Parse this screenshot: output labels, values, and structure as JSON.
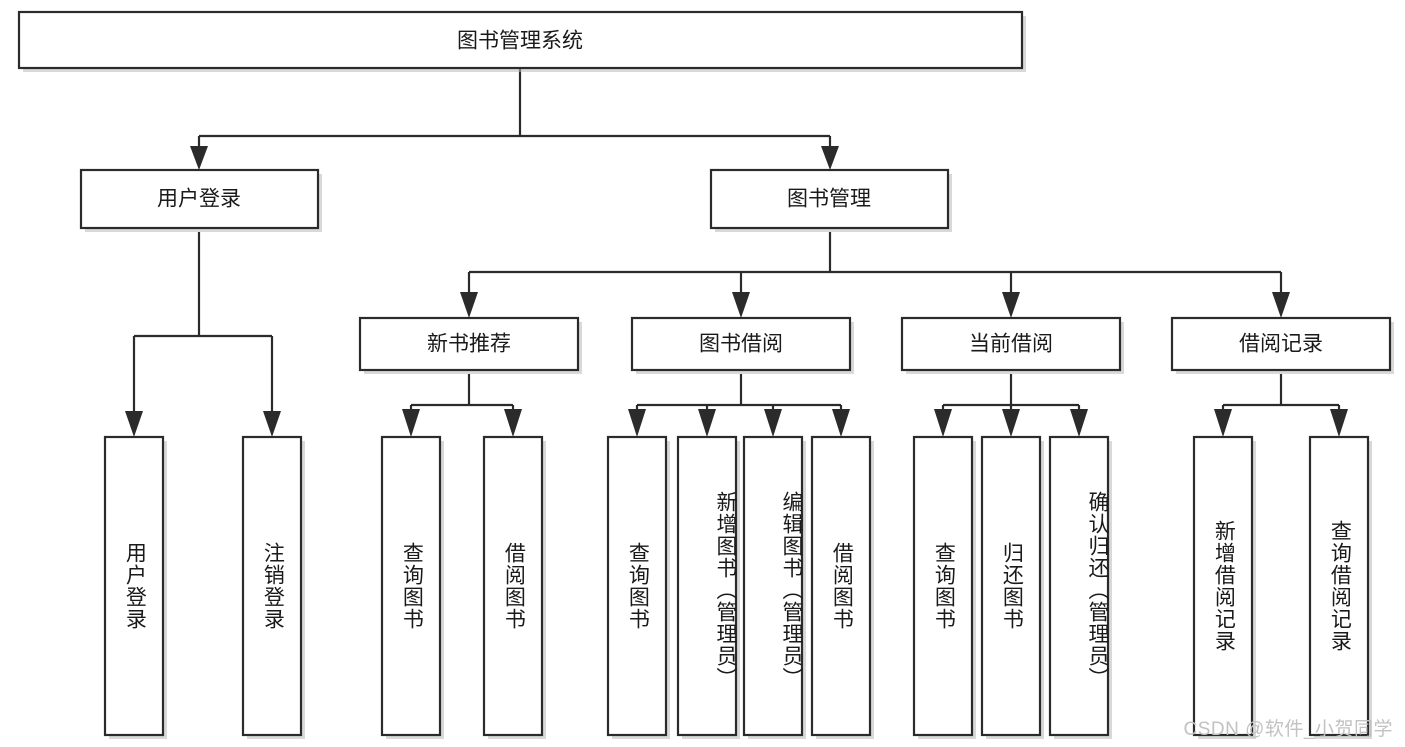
{
  "diagram": {
    "title": "图书管理系统",
    "type": "tree",
    "theme": {
      "background": "#ffffff",
      "box_fill": "#ffffff",
      "box_stroke": "#2b2b2b",
      "connector": "#2b2b2b",
      "text": "#1a1a1a",
      "watermark_color": "#c2c2c2"
    },
    "root": {
      "label": "图书管理系统"
    },
    "level2": [
      {
        "label": "用户登录"
      },
      {
        "label": "图书管理"
      }
    ],
    "level3": [
      {
        "label": "新书推荐"
      },
      {
        "label": "图书借阅"
      },
      {
        "label": "当前借阅"
      },
      {
        "label": "借阅记录"
      }
    ],
    "leaves": {
      "user_login": [
        {
          "label": "用户登录"
        },
        {
          "label": "注销登录"
        }
      ],
      "new_book": [
        {
          "label": "查询图书"
        },
        {
          "label": "借阅图书"
        }
      ],
      "book_borrow": [
        {
          "label": "查询图书"
        },
        {
          "label": "新增图书（管理员）"
        },
        {
          "label": "编辑图书（管理员）"
        },
        {
          "label": "借阅图书"
        }
      ],
      "current_borrow": [
        {
          "label": "查询图书"
        },
        {
          "label": "归还图书"
        },
        {
          "label": "确认归还（管理员）"
        }
      ],
      "borrow_record": [
        {
          "label": "新增借阅记录"
        },
        {
          "label": "查询借阅记录"
        }
      ]
    }
  },
  "watermark": {
    "text": "CSDN @软件_小贺同学"
  }
}
